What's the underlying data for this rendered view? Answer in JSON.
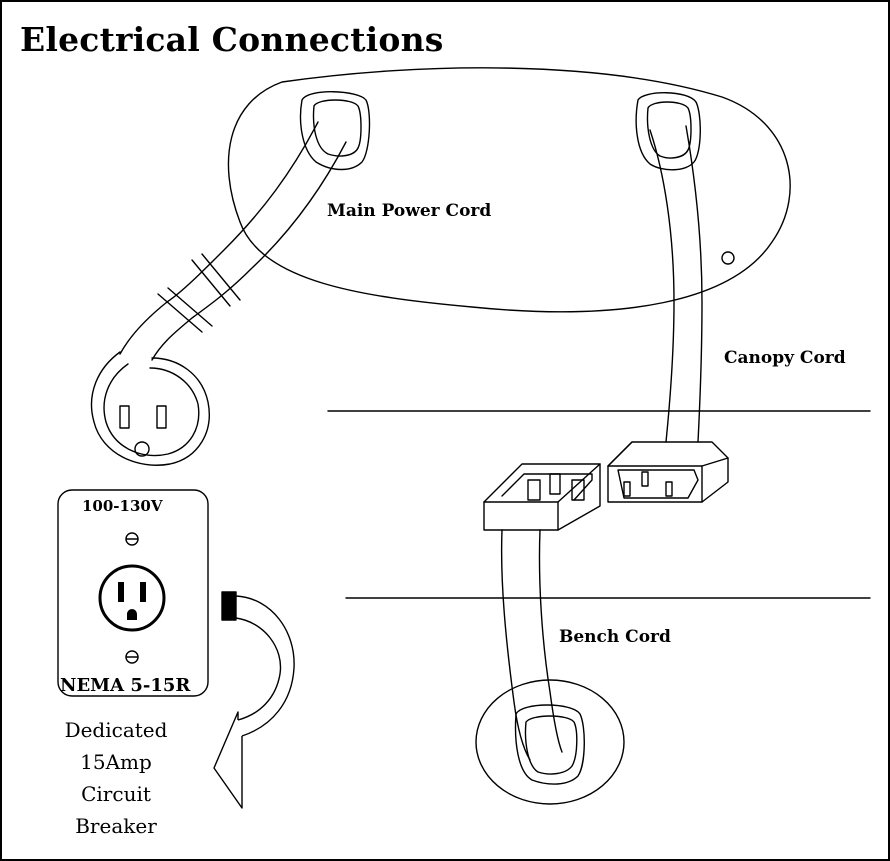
{
  "title": "Electrical Connections",
  "labels": {
    "main_power_cord": "Main Power Cord",
    "canopy_cord": "Canopy Cord",
    "bench_cord": "Bench Cord"
  },
  "outlet": {
    "voltage": "100-130V",
    "type": "NEMA 5-15R"
  },
  "breaker_note": [
    "Dedicated",
    "15Amp",
    "Circuit",
    "Breaker"
  ],
  "icons": [
    "canopy-outline",
    "wall-plug",
    "wall-outlet",
    "iec-connector-female",
    "iec-connector-male",
    "floor-grommet",
    "curved-arrow"
  ]
}
